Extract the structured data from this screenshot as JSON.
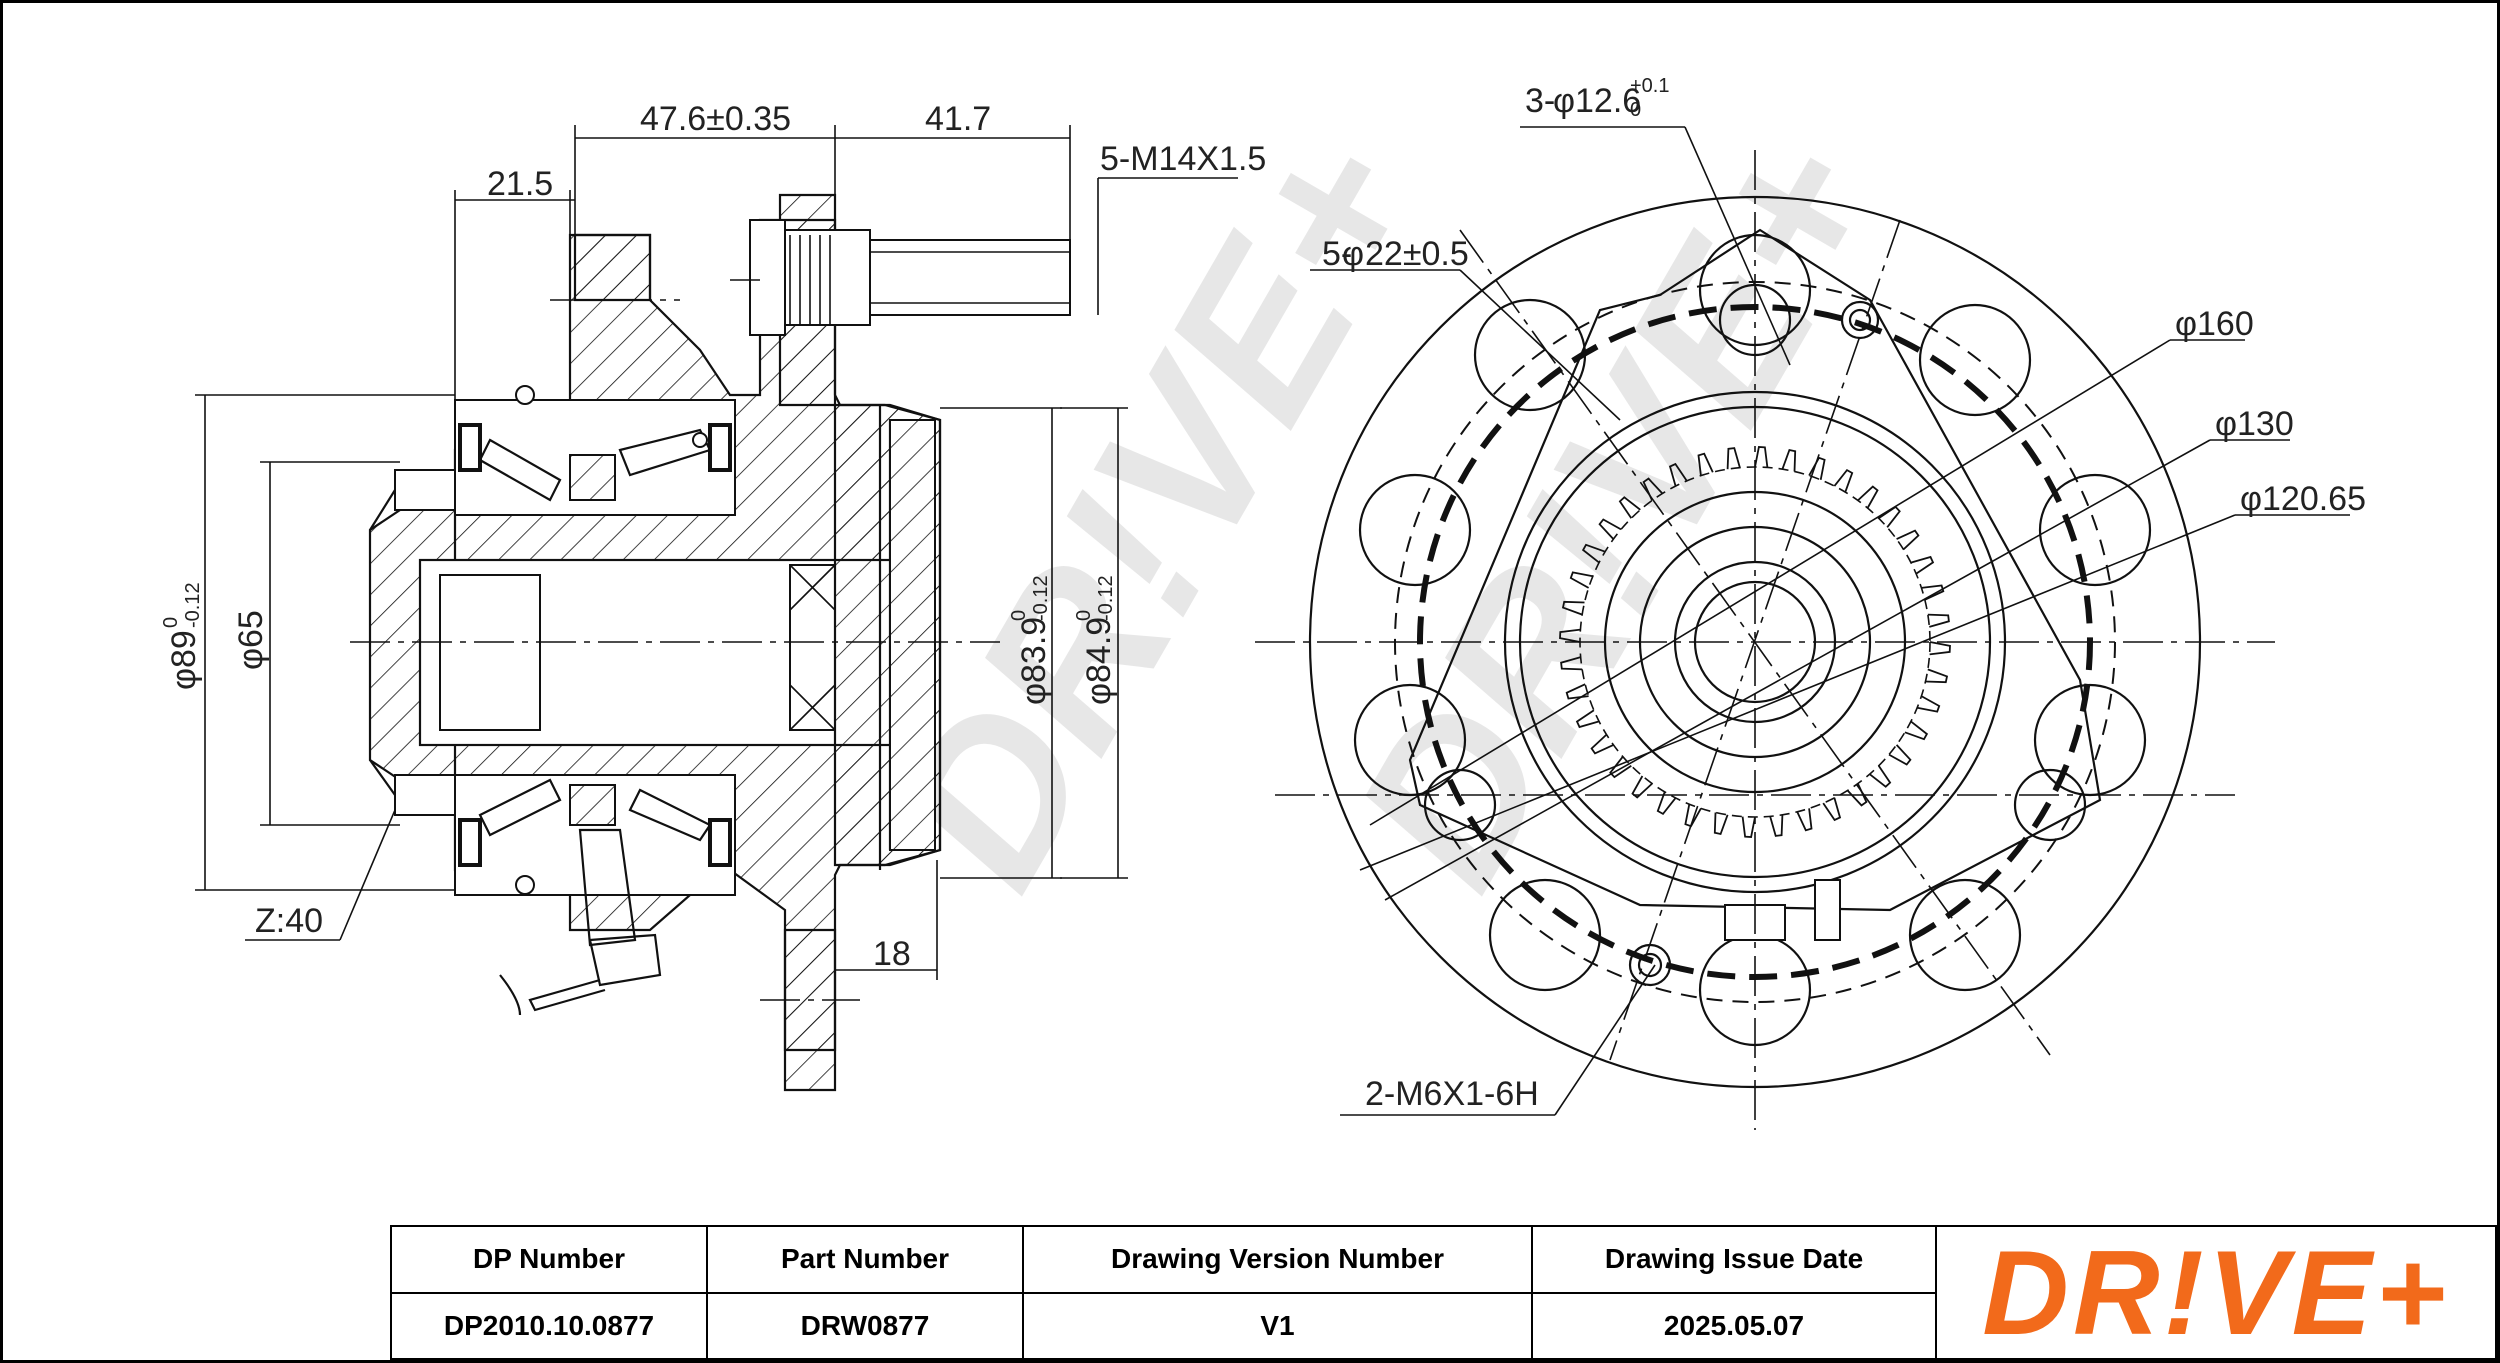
{
  "dimensions": {
    "flange_offset": "21.5",
    "hub_length": "47.6±0.35",
    "stud_length": "41.7",
    "stud_thread": "5-M14X1.5",
    "outer_dia_89": "89",
    "outer_dia_89_tol": "0\n-0.12",
    "inner_dia_65": "65",
    "pilot_dia_83": "83.9",
    "pilot_dia_84": "84.9",
    "tol_minus_012": "-0.12",
    "tol_zero": "0",
    "flange_thickness": "18",
    "teeth": "Z:40",
    "holes_12_6": "3-",
    "holes_12_6_dia": "12.6",
    "holes_12_6_tol_up": "+0.1",
    "holes_12_6_tol_low": "0",
    "holes_22": "5-",
    "holes_22_dia": "22±0.5",
    "pcd_160": "160",
    "pcd_130": "130",
    "pcd_120": "120.65",
    "sensor_thread": "2-M6X1-6H",
    "dia_symbol": "φ"
  },
  "title_block": {
    "headers": [
      "DP Number",
      "Part Number",
      "Drawing Version Number",
      "Drawing Issue Date"
    ],
    "values": [
      "DP2010.10.0877",
      "DRW0877",
      "V1",
      "2025.05.07"
    ]
  },
  "brand": {
    "logo_text": "DR!VE+",
    "color": "#f26a1b",
    "watermark_color": "#d9d9d9"
  }
}
